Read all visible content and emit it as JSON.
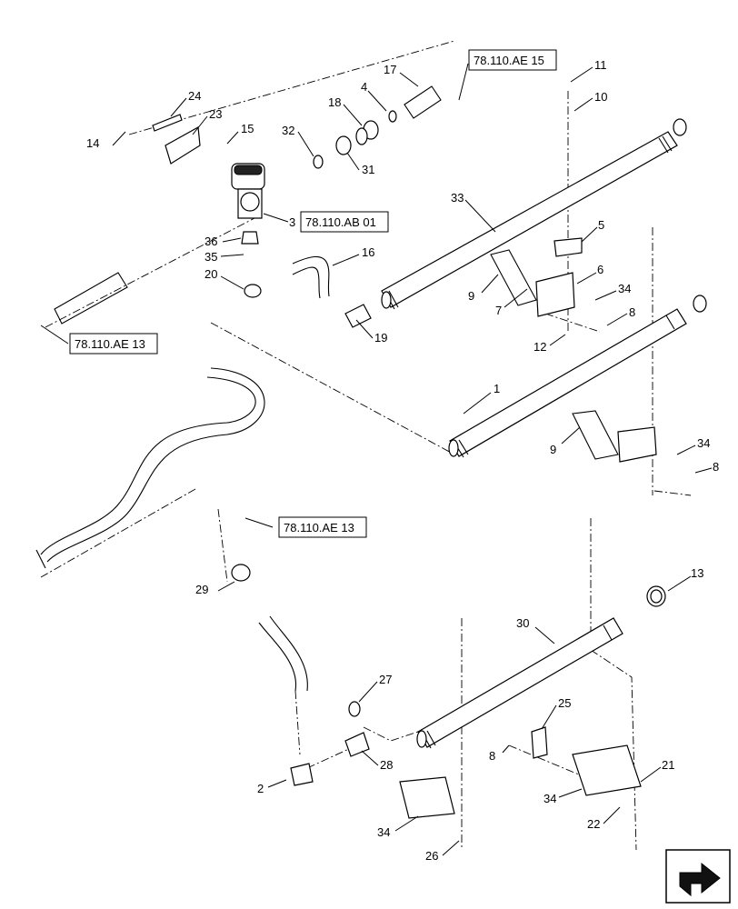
{
  "diagram": {
    "callouts": [
      {
        "id": "c1",
        "text": "1"
      },
      {
        "id": "c2",
        "text": "2"
      },
      {
        "id": "c3",
        "text": "3"
      },
      {
        "id": "c4",
        "text": "4"
      },
      {
        "id": "c5",
        "text": "5"
      },
      {
        "id": "c6",
        "text": "6"
      },
      {
        "id": "c7",
        "text": "7"
      },
      {
        "id": "c8a",
        "text": "8"
      },
      {
        "id": "c8b",
        "text": "8"
      },
      {
        "id": "c8c",
        "text": "8"
      },
      {
        "id": "c9a",
        "text": "9"
      },
      {
        "id": "c9b",
        "text": "9"
      },
      {
        "id": "c10",
        "text": "10"
      },
      {
        "id": "c11",
        "text": "11"
      },
      {
        "id": "c12",
        "text": "12"
      },
      {
        "id": "c13",
        "text": "13"
      },
      {
        "id": "c14",
        "text": "14"
      },
      {
        "id": "c15",
        "text": "15"
      },
      {
        "id": "c16",
        "text": "16"
      },
      {
        "id": "c17",
        "text": "17"
      },
      {
        "id": "c18",
        "text": "18"
      },
      {
        "id": "c19",
        "text": "19"
      },
      {
        "id": "c20",
        "text": "20"
      },
      {
        "id": "c21",
        "text": "21"
      },
      {
        "id": "c22",
        "text": "22"
      },
      {
        "id": "c23",
        "text": "23"
      },
      {
        "id": "c24",
        "text": "24"
      },
      {
        "id": "c25",
        "text": "25"
      },
      {
        "id": "c26",
        "text": "26"
      },
      {
        "id": "c27",
        "text": "27"
      },
      {
        "id": "c28",
        "text": "28"
      },
      {
        "id": "c29",
        "text": "29"
      },
      {
        "id": "c30",
        "text": "30"
      },
      {
        "id": "c31",
        "text": "31"
      },
      {
        "id": "c32",
        "text": "32"
      },
      {
        "id": "c33",
        "text": "33"
      },
      {
        "id": "c34a",
        "text": "34"
      },
      {
        "id": "c34b",
        "text": "34"
      },
      {
        "id": "c34c",
        "text": "34"
      },
      {
        "id": "c34d",
        "text": "34"
      },
      {
        "id": "c35",
        "text": "35"
      },
      {
        "id": "c36",
        "text": "36"
      }
    ],
    "references": [
      {
        "id": "r1",
        "text": "78.110.AE 15"
      },
      {
        "id": "r2",
        "text": "78.110.AB 01"
      },
      {
        "id": "r3",
        "text": "78.110.AE 13"
      },
      {
        "id": "r4",
        "text": "78.110.AE 13"
      }
    ]
  },
  "nav": {
    "arrow_icon": "next-page-arrow-icon"
  }
}
